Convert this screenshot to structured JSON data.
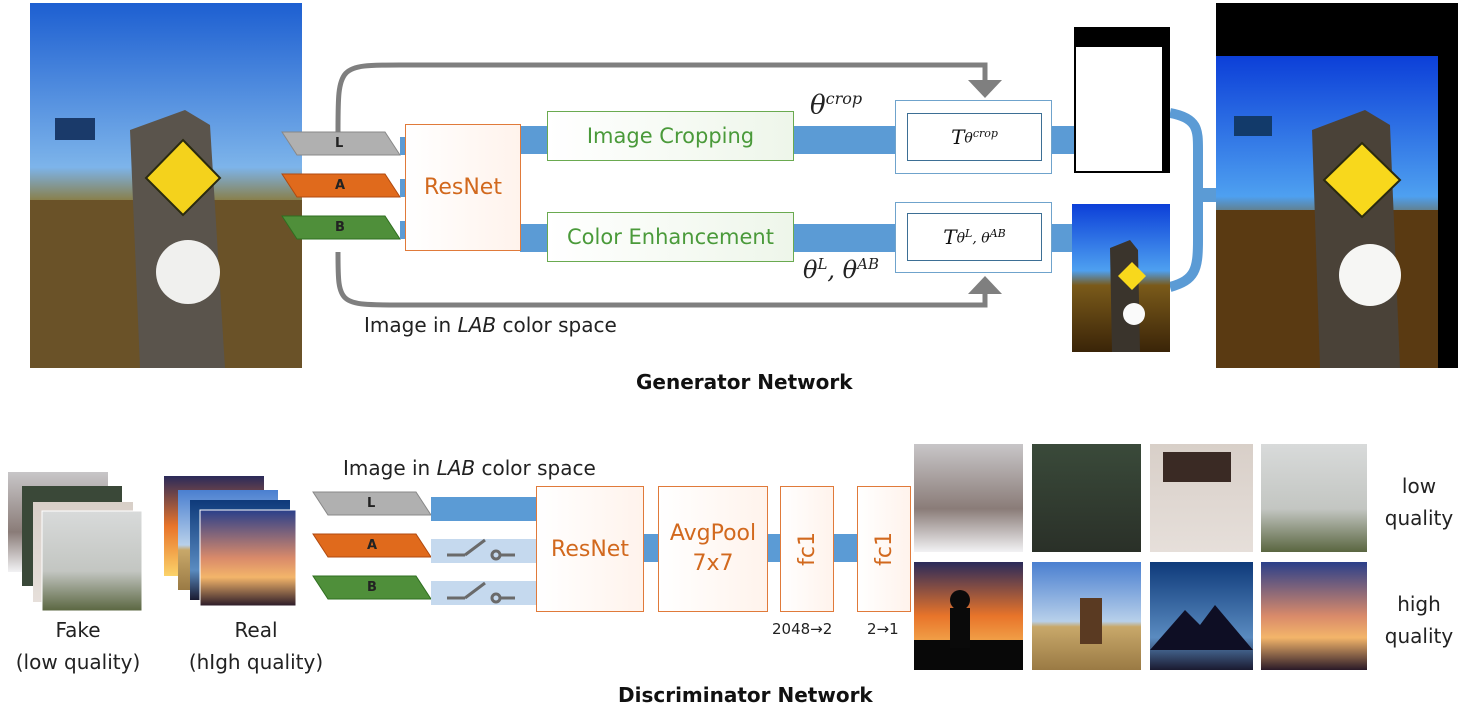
{
  "generator": {
    "caption": "Generator Network",
    "channels": [
      "L",
      "A",
      "B"
    ],
    "resnet_label": "ResNet",
    "crop_box": "Image Cropping",
    "color_box": "Color Enhancement",
    "theta_crop_base": "θ",
    "theta_crop_sup": "crop",
    "theta_color_base1": "θ",
    "theta_color_sup1": "L",
    "theta_color_sep": ", θ",
    "theta_color_sup2": "AB",
    "t_crop_base": "T",
    "t_crop_sub": "θ",
    "t_crop_subsup": "crop",
    "t_color_base": "T",
    "t_color_sub1": "θ",
    "t_color_subsup1": "L",
    "t_color_sub2": ", θ",
    "t_color_subsup2": "AB",
    "lab_prefix": "Image in ",
    "lab_italic": "LAB",
    "lab_suffix": " color space"
  },
  "discriminator": {
    "caption": "Discriminator Network",
    "lab_prefix": "Image in ",
    "lab_italic": "LAB",
    "lab_suffix": " color space",
    "channels": [
      "L",
      "A",
      "B"
    ],
    "resnet_label": "ResNet",
    "avgpool_line1": "AvgPool",
    "avgpool_line2": "7x7",
    "fc1a": "fc1",
    "fc1b": "fc1",
    "fc1a_dims": "2048→2",
    "fc1b_dims": "2→1",
    "fake_line1": "Fake",
    "fake_line2": "(low quality)",
    "real_line1": "Real",
    "real_line2": "(hIgh quality)",
    "low_line1": "low",
    "low_line2": "quality",
    "high_line1": "high",
    "high_line2": "quality"
  },
  "colors": {
    "L": "#a8a8a8",
    "A": "#e06a1c",
    "B": "#4f8f3a",
    "arrow_blue": "#5b9bd5",
    "arrow_light": "#c5d9ee",
    "grey_arrow": "#7f7f7f"
  }
}
